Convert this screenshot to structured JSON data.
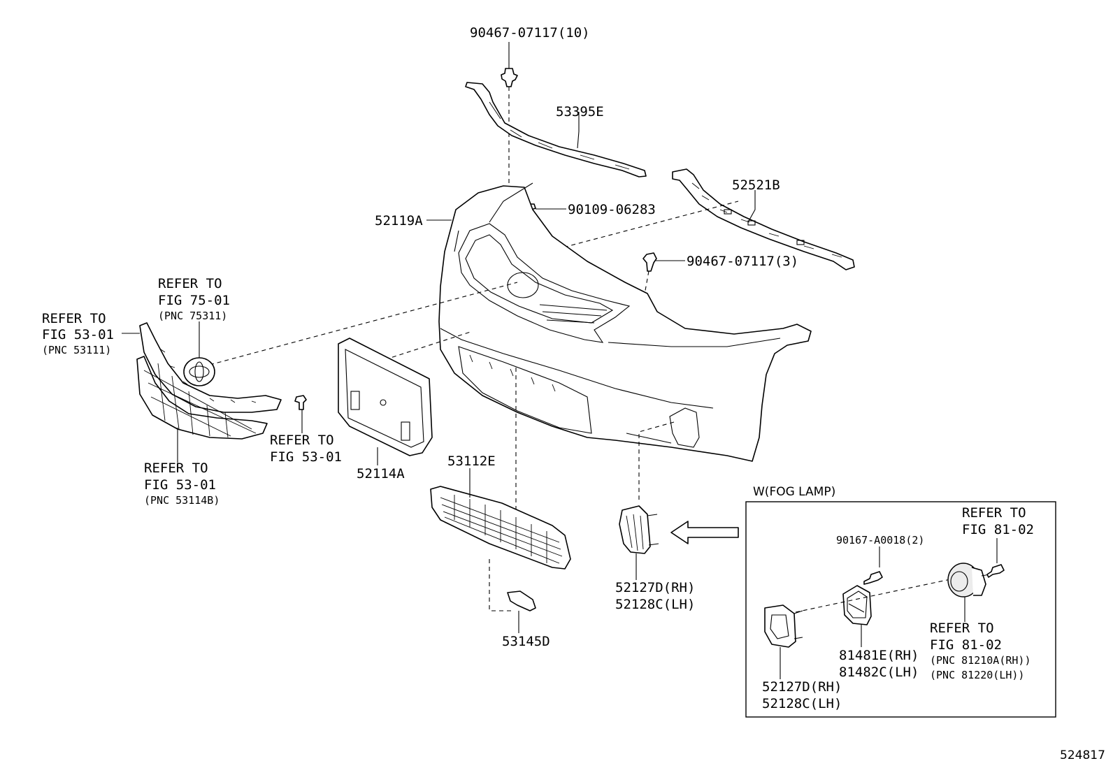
{
  "labels": {
    "clip_top": "90467-07117(10)",
    "support_upper": "53395E",
    "bracket_rh": "52521B",
    "bumper_cover": "52119A",
    "screw": "90109-06283",
    "clip_side": "90467-07117(3)",
    "emblem_ref_1": "REFER TO",
    "emblem_ref_2": "FIG 75-01",
    "emblem_ref_3": "(PNC 75311)",
    "grille_ref_1": "REFER TO",
    "grille_ref_2": "FIG 53-01",
    "grille_ref_3": "(PNC 53111)",
    "fastener_ref_1": "REFER TO",
    "fastener_ref_2": "FIG 53-01",
    "lower_grille_ref_1": "REFER TO",
    "lower_grille_ref_2": "FIG 53-01",
    "lower_grille_ref_3": "(PNC 53114B)",
    "license_bracket": "52114A",
    "radiator_grille": "53112E",
    "retainer": "53145D",
    "fog_cover_rh": "52127D(RH)",
    "fog_cover_lh": "52128C(LH)",
    "fog_title": "W(FOG LAMP)",
    "fog_screw": "90167-A0018(2)",
    "fog_ref_top_1": "REFER TO",
    "fog_ref_top_2": "FIG 81-02",
    "fog_ref_lamp_1": "REFER TO",
    "fog_ref_lamp_2": "FIG 81-02",
    "fog_ref_lamp_3": "(PNC 81210A(RH))",
    "fog_ref_lamp_4": "(PNC 81220(LH))",
    "fog_bracket_rh": "81481E(RH)",
    "fog_bracket_lh": "81482C(LH)",
    "fog_cover2_rh": "52127D(RH)",
    "fog_cover2_lh": "52128C(LH)",
    "diagram_id": "524817"
  }
}
